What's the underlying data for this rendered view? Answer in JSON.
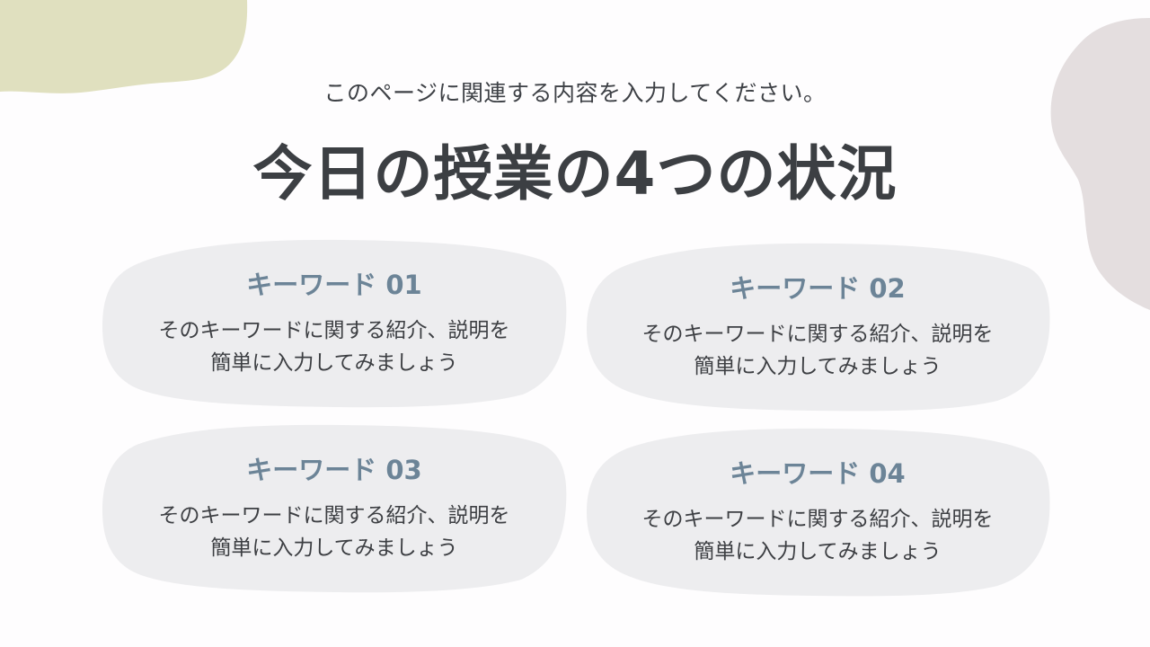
{
  "slide": {
    "subtitle": "このページに関連する内容を入力してください。",
    "title": "今日の授業の4つの状況",
    "cards": [
      {
        "title": "キーワード 01",
        "desc_line1": "そのキーワードに関する紹介、説明を",
        "desc_line2": "簡単に入力してみましょう"
      },
      {
        "title": "キーワード 02",
        "desc_line1": "そのキーワードに関する紹介、説明を",
        "desc_line2": "簡単に入力してみましょう"
      },
      {
        "title": "キーワード 03",
        "desc_line1": "そのキーワードに関する紹介、説明を",
        "desc_line2": "簡単に入力してみましょう"
      },
      {
        "title": "キーワード 04",
        "desc_line1": "そのキーワードに関する紹介、説明を",
        "desc_line2": "簡単に入力してみましょう"
      }
    ]
  },
  "colors": {
    "background": "#fefdfe",
    "blob_top_left": "#e0e0bf",
    "blob_top_right": "#e4dedf",
    "card_background": "#ededef",
    "card_title": "#6c8497",
    "body_text": "#3d3f43",
    "title_text": "#3c3f43"
  }
}
